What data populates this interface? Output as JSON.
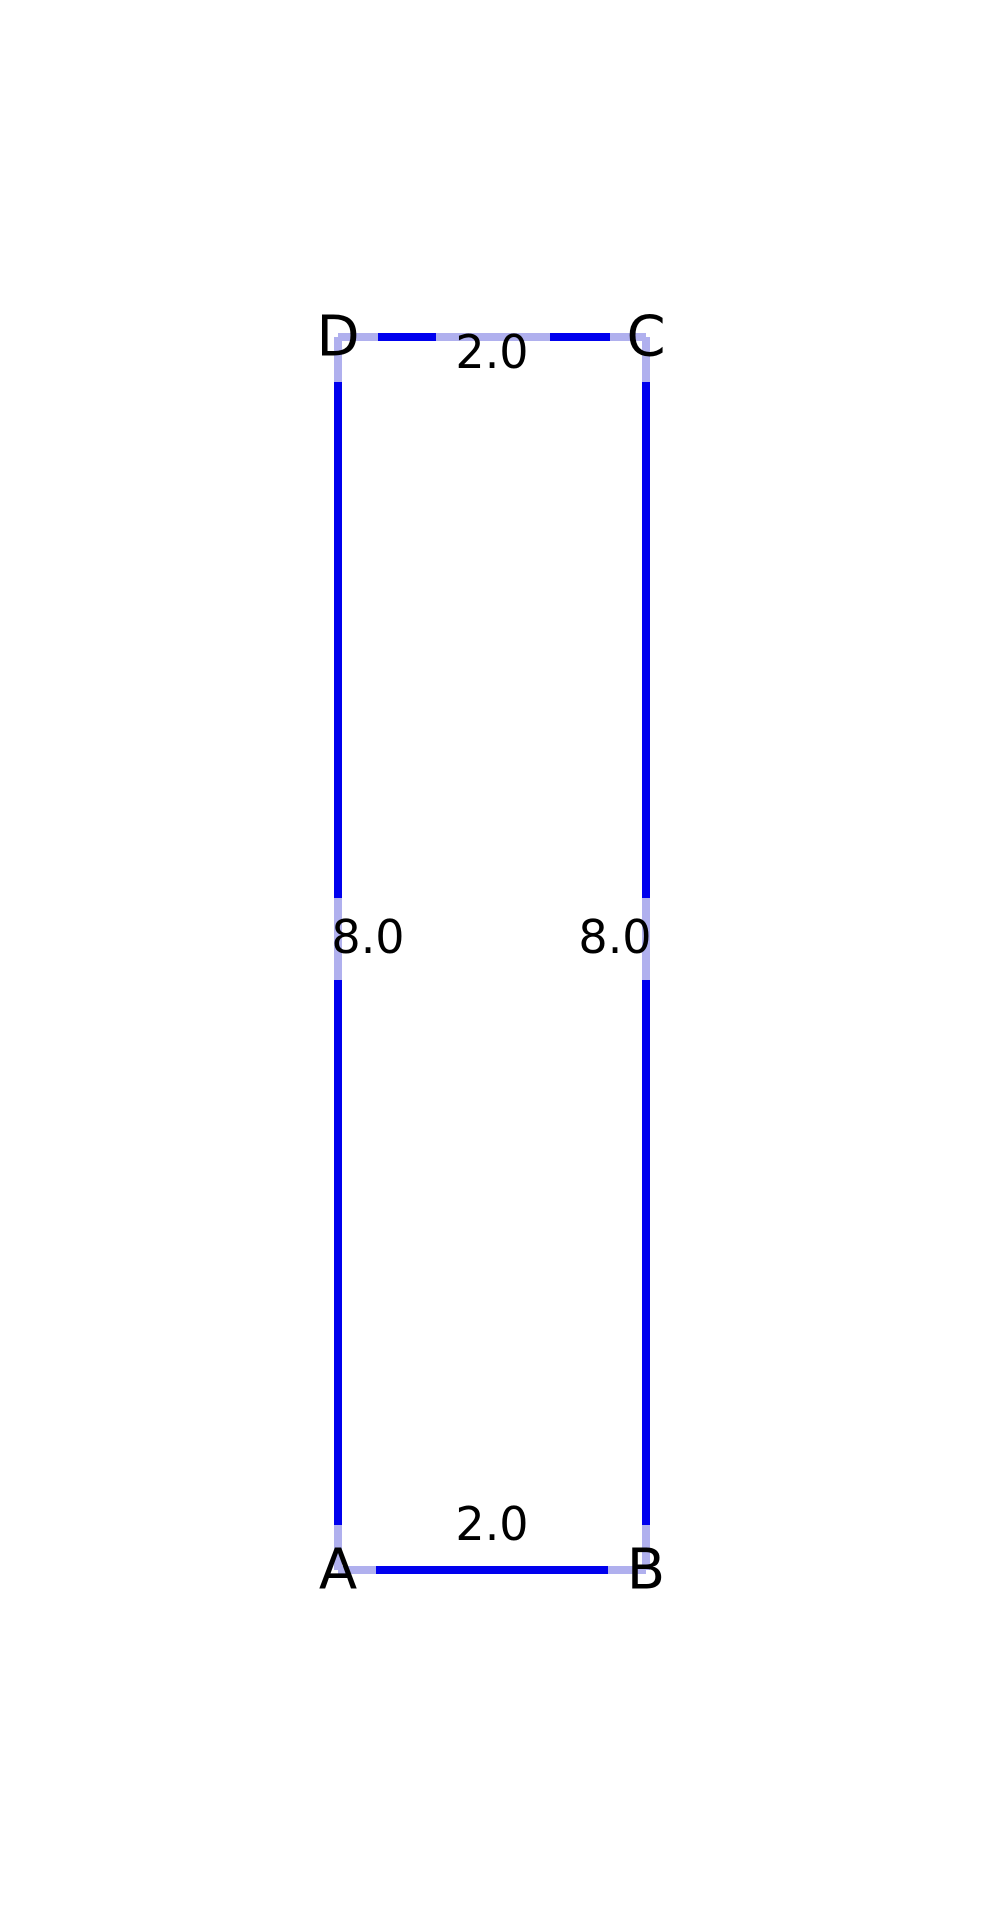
{
  "diagram": {
    "vertices": {
      "A": "A",
      "B": "B",
      "C": "C",
      "D": "D"
    },
    "edge_lengths": {
      "AB": "2.0",
      "BC": "8.0",
      "CD": "2.0",
      "DA": "8.0"
    },
    "colors": {
      "edge": "#0000ee",
      "edge_faded": "#b0b0ee",
      "label": "#000000"
    }
  }
}
